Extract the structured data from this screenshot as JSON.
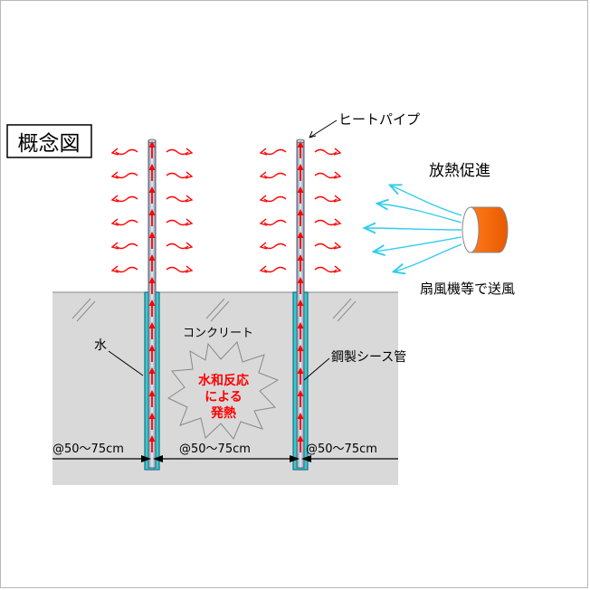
{
  "title": "概念図",
  "labels": {
    "heat_pipe": "ヒートパイプ",
    "heat_release": "放熱促進",
    "fan": "扇風機等で送風",
    "water": "水",
    "concrete": "コンクリート",
    "sheath": "鋼製シース管",
    "reaction_line1": "水和反応",
    "reaction_line2": "による",
    "reaction_line3": "発熱",
    "spacing_left": "@50～75cm",
    "spacing_middle": "@50～75cm",
    "spacing_right": "@50～75cm"
  },
  "colors": {
    "concrete_fill": "#d9d9d9",
    "pipe_fill": "#9aa6b8",
    "water_fill": "#33cccc",
    "heat_arrow": "#ff0000",
    "air_arrow": "#33ccee",
    "fan_body": "#ff6600",
    "reaction_text": "#ff0000"
  },
  "icons": [
    "heat-wave-arrow-icon",
    "air-flow-arrow-icon",
    "fan-cylinder-icon",
    "burst-shape-icon"
  ]
}
